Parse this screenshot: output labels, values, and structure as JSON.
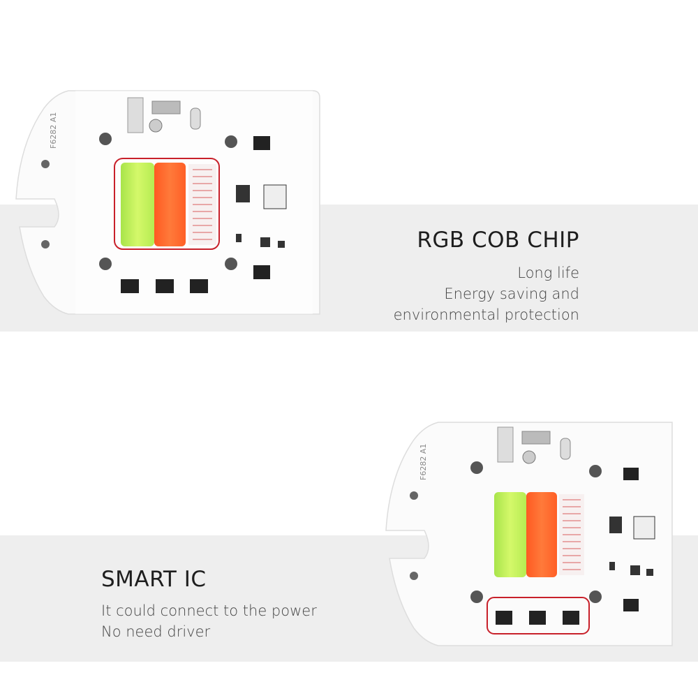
{
  "top_section": {
    "title": "RGB COB CHIP",
    "lines": [
      "Long life",
      "Energy saving and",
      "environmental protection"
    ],
    "board_label": "F6282 A1"
  },
  "bottom_section": {
    "title": "SMART IC",
    "lines": [
      "It could connect to the power",
      "No need driver"
    ],
    "board_label": "F6282 A1"
  },
  "colors": {
    "band": "#eeeeee",
    "highlight": "#c8202a",
    "led_green": "#c6f25a",
    "led_orange": "#ff6a2c",
    "board": "#fbfbfb"
  }
}
